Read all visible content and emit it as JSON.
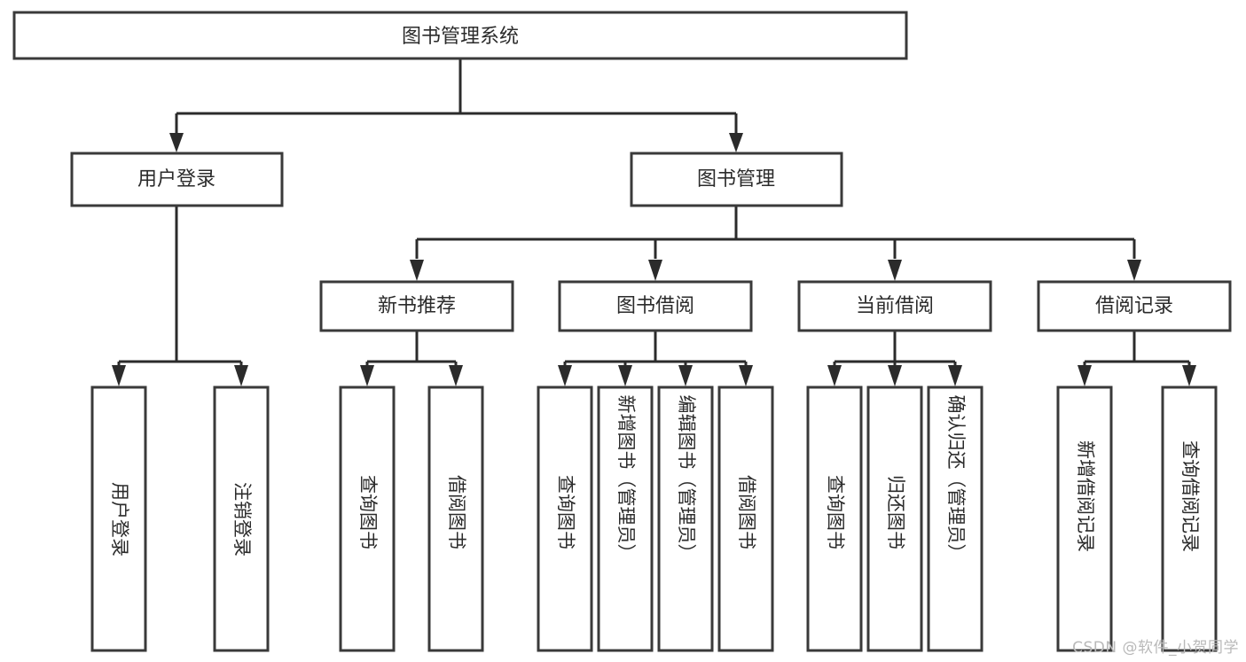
{
  "diagram": {
    "title": "图书管理系统",
    "type": "tree",
    "root": {
      "id": "root",
      "label": "图书管理系统"
    },
    "level2": [
      {
        "id": "user-login",
        "label": "用户登录"
      },
      {
        "id": "book-management",
        "label": "图书管理"
      }
    ],
    "level3": [
      {
        "id": "new-book-recommend",
        "label": "新书推荐",
        "parent": "book-management"
      },
      {
        "id": "book-borrow",
        "label": "图书借阅",
        "parent": "book-management"
      },
      {
        "id": "current-borrow",
        "label": "当前借阅",
        "parent": "book-management"
      },
      {
        "id": "borrow-record",
        "label": "借阅记录",
        "parent": "book-management"
      }
    ],
    "leaves": [
      {
        "id": "leaf-user-login",
        "label": "用户登录",
        "parent": "user-login"
      },
      {
        "id": "leaf-logout",
        "label": "注销登录",
        "parent": "user-login"
      },
      {
        "id": "leaf-query-book-1",
        "label": "查询图书",
        "parent": "new-book-recommend"
      },
      {
        "id": "leaf-borrow-book-1",
        "label": "借阅图书",
        "parent": "new-book-recommend"
      },
      {
        "id": "leaf-query-book-2",
        "label": "查询图书",
        "parent": "book-borrow"
      },
      {
        "id": "leaf-add-book",
        "label": "新增图书（管理员）",
        "parent": "book-borrow"
      },
      {
        "id": "leaf-edit-book",
        "label": "编辑图书（管理员）",
        "parent": "book-borrow"
      },
      {
        "id": "leaf-borrow-book-2",
        "label": "借阅图书",
        "parent": "book-borrow"
      },
      {
        "id": "leaf-query-book-3",
        "label": "查询图书",
        "parent": "current-borrow"
      },
      {
        "id": "leaf-return-book",
        "label": "归还图书",
        "parent": "current-borrow"
      },
      {
        "id": "leaf-confirm-return",
        "label": "确认归还（管理员）",
        "parent": "current-borrow"
      },
      {
        "id": "leaf-add-record",
        "label": "新增借阅记录",
        "parent": "borrow-record"
      },
      {
        "id": "leaf-query-record",
        "label": "查询借阅记录",
        "parent": "borrow-record"
      }
    ],
    "colors": {
      "box_stroke": "#3a3a3a",
      "box_fill": "#ffffff",
      "connector": "#2b2b2b",
      "text": "#2b2b2b",
      "watermark": "#b9b9b9",
      "background": "#ffffff"
    }
  },
  "watermark": {
    "text": "CSDN @软件_小贺同学"
  }
}
